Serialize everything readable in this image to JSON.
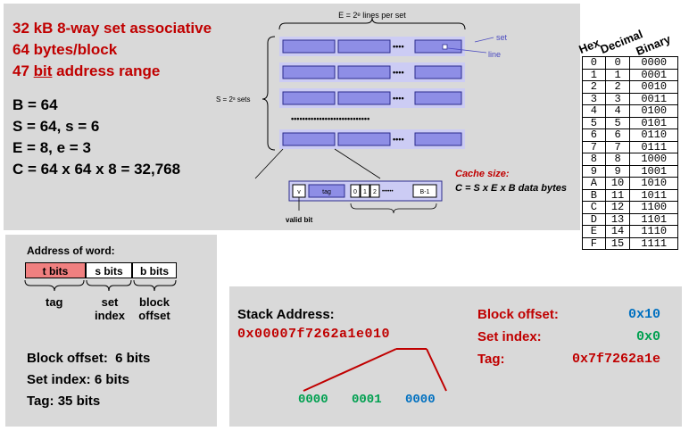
{
  "summary": {
    "line1": "32 kB 8-way set associative",
    "line2": "64 bytes/block",
    "line3_a": "47 ",
    "line3_bit": "bit",
    "line3_b": " address range",
    "b": "B = 64",
    "s": "S = 64, s = 6",
    "e": "E = 8, e = 3",
    "c": "C = 64 x 64 x 8 = 32,768"
  },
  "cache_diagram": {
    "lines_per_set": "E = 2ᵉ lines per set",
    "sets": "S = 2ˢ sets",
    "set_label": "set",
    "line_label": "line",
    "dots": "••••",
    "row_dots": "••••••••••••••••••••••••••••",
    "line_fields": {
      "valid": "v",
      "tag": "tag",
      "b0": "0",
      "b1": "1",
      "b2": "2",
      "dots": "••••••",
      "blast": "B-1"
    },
    "valid_bit": "valid bit",
    "cache_size_title": "Cache size:",
    "cache_size_formula": "C = S x E x B data bytes",
    "colors": {
      "block_fill": "#8e8ee6",
      "block_border": "#2c2c8c",
      "row_bg": "#ccccf4"
    }
  },
  "hex_table": {
    "headers": {
      "hex": "Hex",
      "decimal": "Decimal",
      "binary": "Binary"
    },
    "rows": [
      [
        "0",
        "0",
        "0000"
      ],
      [
        "1",
        "1",
        "0001"
      ],
      [
        "2",
        "2",
        "0010"
      ],
      [
        "3",
        "3",
        "0011"
      ],
      [
        "4",
        "4",
        "0100"
      ],
      [
        "5",
        "5",
        "0101"
      ],
      [
        "6",
        "6",
        "0110"
      ],
      [
        "7",
        "7",
        "0111"
      ],
      [
        "8",
        "8",
        "1000"
      ],
      [
        "9",
        "9",
        "1001"
      ],
      [
        "A",
        "10",
        "1010"
      ],
      [
        "B",
        "11",
        "1011"
      ],
      [
        "C",
        "12",
        "1100"
      ],
      [
        "D",
        "13",
        "1101"
      ],
      [
        "E",
        "14",
        "1110"
      ],
      [
        "F",
        "15",
        "1111"
      ]
    ]
  },
  "address_word": {
    "title": "Address of word:",
    "t_bits": "t bits",
    "s_bits": "s bits",
    "b_bits": "b bits",
    "tag": "tag",
    "set_index": "set\nindex",
    "block_offset": "block\noffset",
    "block_offset_bits": "Block offset:  6 bits",
    "set_index_bits": "Set index: 6 bits",
    "tag_bits": "Tag: 35 bits",
    "t_color": "#f08080"
  },
  "stack": {
    "title": "Stack Address:",
    "address": "0x00007f7262a1e010",
    "bits_green1": "0000",
    "bits_green2": "0001",
    "bits_blue": "0000",
    "block_offset_label": "Block offset:",
    "block_offset_value": "0x10",
    "set_index_label": "Set index:",
    "set_index_value": "0x0",
    "tag_label": "Tag:",
    "tag_value": "0x7f7262a1e",
    "colors": {
      "green": "#00a050",
      "blue": "#0070c0",
      "red": "#c00000"
    }
  }
}
